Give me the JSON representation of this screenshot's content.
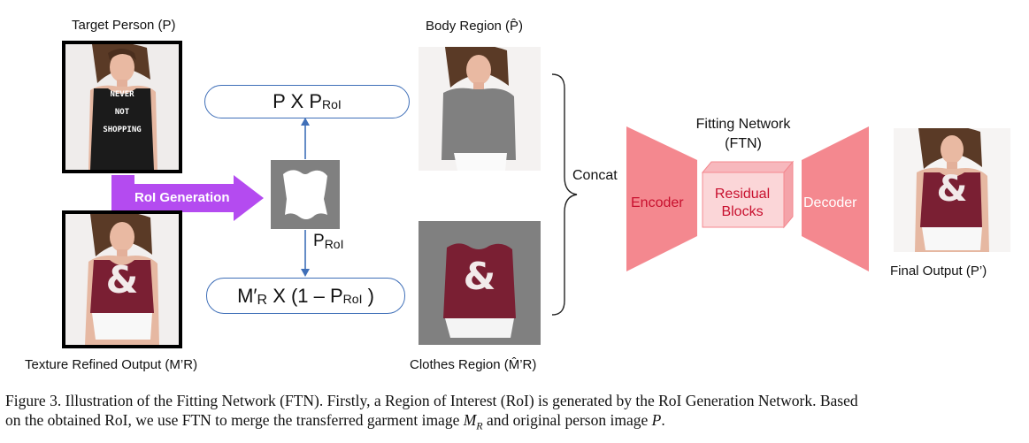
{
  "labels": {
    "target_person": "Target Person (P)",
    "body_region": "Body Region (P̂)",
    "texture_refined": "Texture Refined Output (M’R)",
    "clothes_region": "Clothes Region (M̂’R)",
    "final_output": "Final Output (P’)",
    "fitting_network_line1": "Fitting Network",
    "fitting_network_line2": "(FTN)",
    "concat": "Concat",
    "encoder": "Encoder",
    "decoder": "Decoder",
    "residual_line1": "Residual",
    "residual_line2": "Blocks",
    "roi_generation": "RoI Generation",
    "p_roi_main": "P",
    "p_roi_sub": "RoI"
  },
  "formulas": {
    "top": {
      "main": "P X P",
      "sub": "RoI"
    },
    "bottom": {
      "prefix": "M′",
      "prefix_sub": "R",
      "middle": " X (1 – P",
      "sub": "RoI",
      "suffix": " )"
    }
  },
  "shirt_text": [
    "NEVER",
    "NOT",
    "SHOPPING"
  ],
  "shirt_glyph": "&",
  "caption": {
    "line1": "Figure 3. Illustration of the Fitting Network (FTN). Firstly, a Region of Interest (RoI) is generated by the RoI Generation Network. Based",
    "line2_a": "on the obtained RoI, we use FTN to merge the transferred garment image ",
    "line2_m": "M",
    "line2_msub": "R",
    "line2_b": " and original person image ",
    "line2_p": "P",
    "line2_c": "."
  },
  "colors": {
    "arrow_blue": "#3f6fb8",
    "roi_purple": "#b44bf0",
    "network_pink": "#f4888f",
    "block_pink": "#fbd6d8",
    "shirt_maroon": "#7a1f33",
    "mask_gray": "#808080"
  }
}
